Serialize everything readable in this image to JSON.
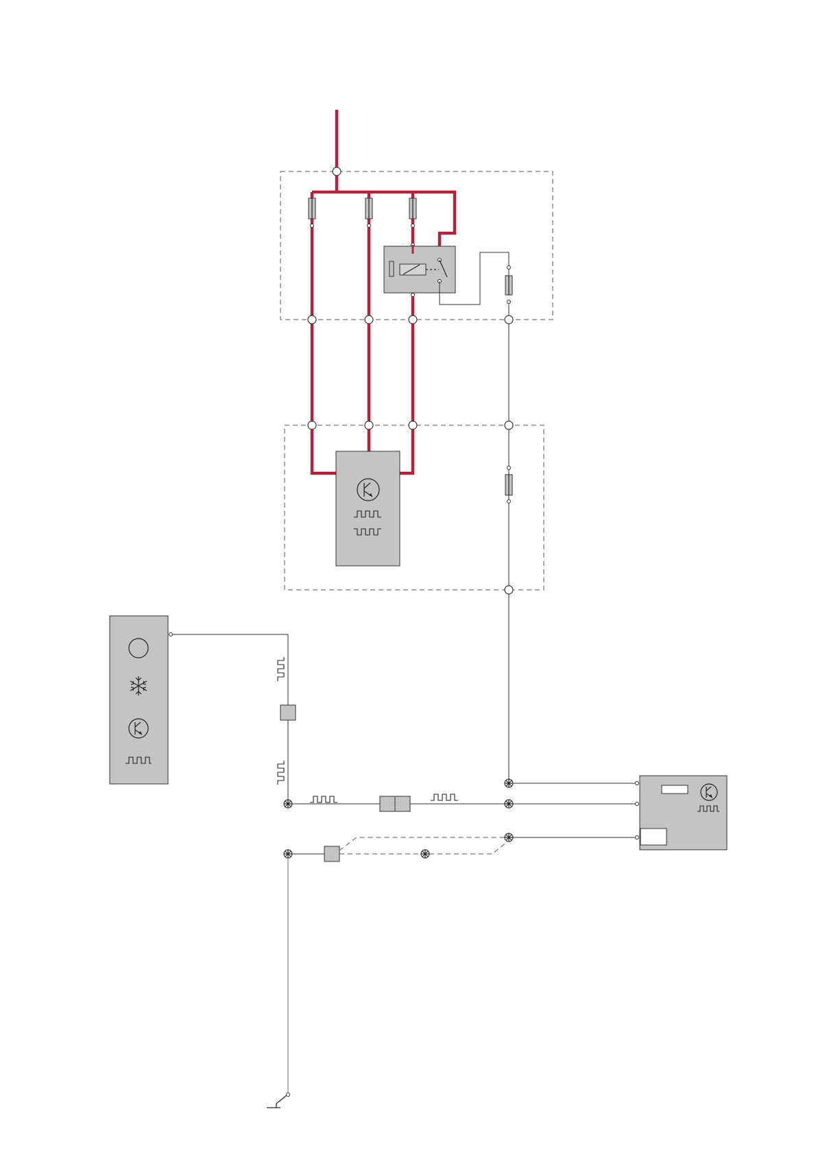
{
  "diagram": {
    "type": "wiring-schematic",
    "colors": {
      "power_wire": "#b0243f",
      "signal_wire": "#333333",
      "ground_wire": "#888888",
      "component_fill": "#c4c4c4",
      "enclosure_border": "#555555"
    },
    "components": [
      {
        "id": "fuse-relay-box",
        "kind": "dashed-enclosure"
      },
      {
        "id": "fuse-1",
        "kind": "fuse"
      },
      {
        "id": "fuse-2",
        "kind": "fuse"
      },
      {
        "id": "fuse-3",
        "kind": "fuse"
      },
      {
        "id": "fuse-4",
        "kind": "fuse"
      },
      {
        "id": "relay",
        "kind": "relay"
      },
      {
        "id": "power-module-enclosure",
        "kind": "dashed-enclosure"
      },
      {
        "id": "power-module",
        "kind": "control-unit",
        "icons": [
          "transistor-icon",
          "pulse-signal-icon",
          "inverted-pulse-signal-icon"
        ]
      },
      {
        "id": "fuse-5",
        "kind": "fuse"
      },
      {
        "id": "climate-control-unit",
        "kind": "control-unit",
        "icons": [
          "circle-indicator-icon",
          "snowflake-icon",
          "transistor-icon",
          "pulse-signal-icon"
        ]
      },
      {
        "id": "connector-1",
        "kind": "connector"
      },
      {
        "id": "connector-2",
        "kind": "connector-pair"
      },
      {
        "id": "connector-3",
        "kind": "connector"
      },
      {
        "id": "central-control-unit",
        "kind": "control-unit",
        "icons": [
          "transistor-icon",
          "pulse-signal-icon"
        ]
      },
      {
        "id": "ground-switch",
        "kind": "switch"
      }
    ]
  }
}
